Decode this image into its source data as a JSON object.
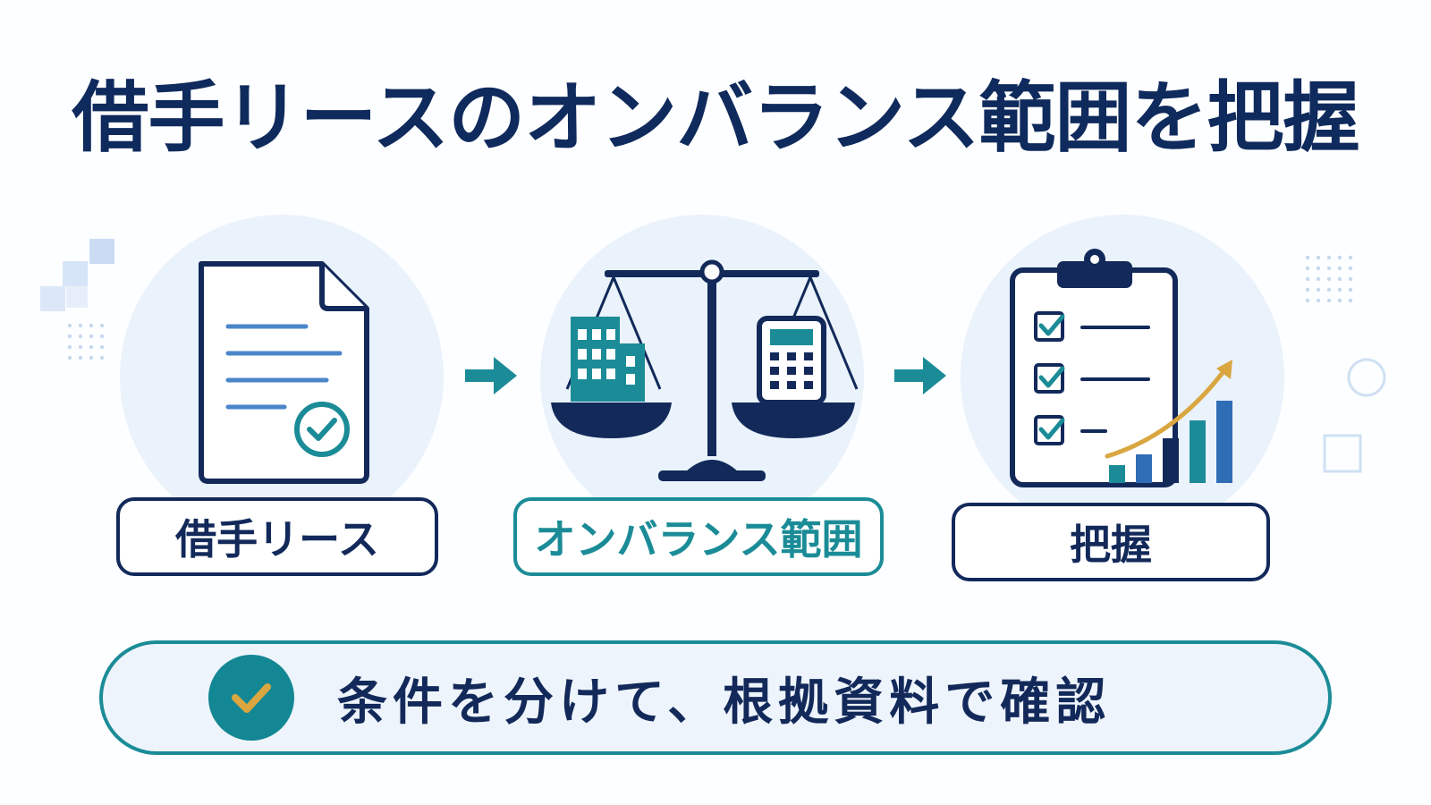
{
  "title": "借手リースのオンバランス範囲を把握",
  "steps": [
    {
      "label": "借手リース",
      "icon": "lease-document-icon"
    },
    {
      "label": "オンバランス範囲",
      "icon": "balance-scale-icon"
    },
    {
      "label": "把握",
      "icon": "clipboard-chart-icon"
    }
  ],
  "note": {
    "text": "条件を分けて、根拠資料で確認",
    "icon": "check-badge-icon"
  },
  "colors": {
    "navy": "#12295a",
    "teal": "#1b8c97",
    "blue": "#2f6db5",
    "gold": "#d9a640",
    "circle": "#eaf2fb"
  }
}
